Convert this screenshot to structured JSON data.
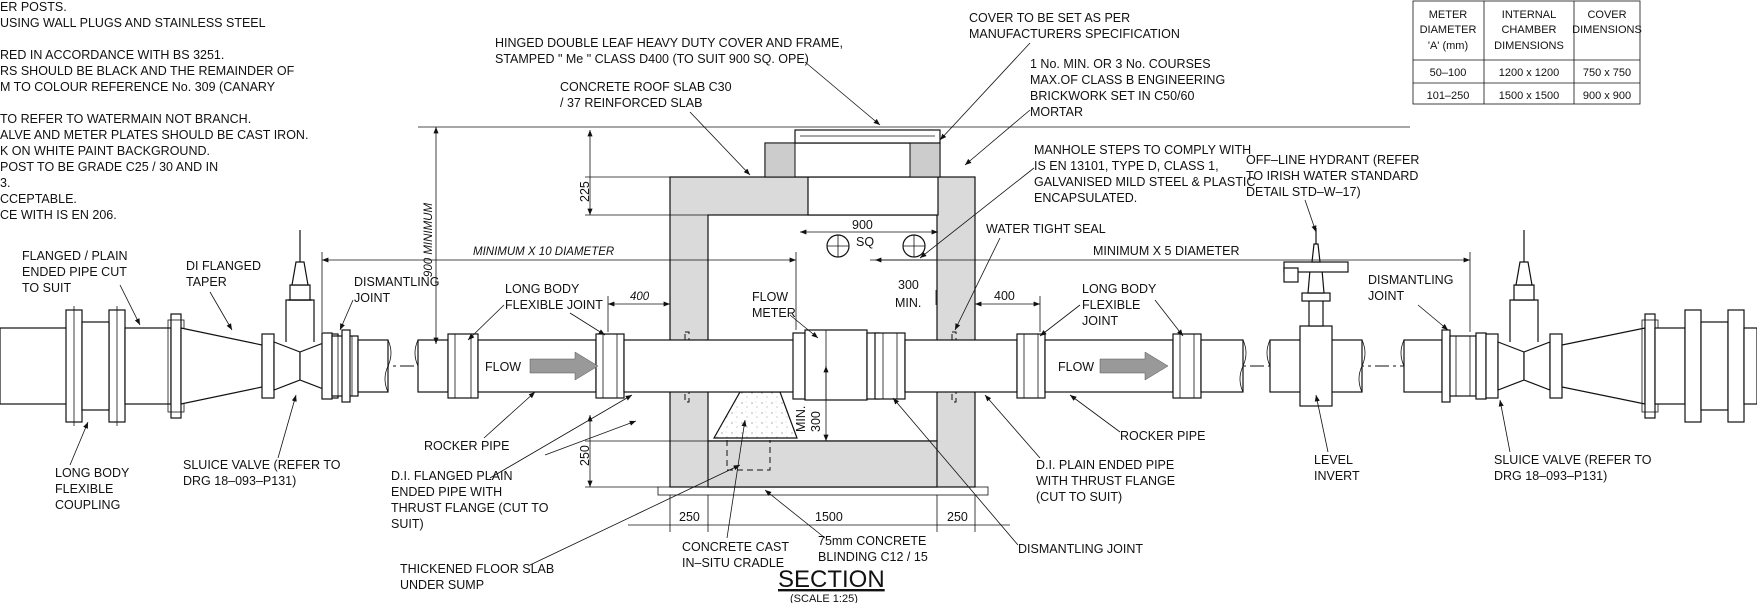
{
  "notes": [
    "ER POSTS.",
    "USING WALL PLUGS AND STAINLESS STEEL",
    "",
    "RED IN ACCORDANCE WITH BS 3251.",
    "RS SHOULD BE BLACK AND THE REMAINDER OF",
    "M TO COLOUR REFERENCE No. 309 (CANARY",
    "",
    "TO REFER TO WATERMAIN NOT BRANCH.",
    "ALVE AND METER PLATES SHOULD BE CAST IRON.",
    "K ON WHITE PAINT BACKGROUND.",
    "POST TO BE GRADE C25 / 30  AND  IN",
    "3.",
    "CCEPTABLE.",
    "CE WITH IS EN 206."
  ],
  "table": {
    "headers": [
      [
        "METER",
        "DIAMETER",
        "'A' (mm)"
      ],
      [
        "INTERNAL",
        "CHAMBER",
        "DIMENSIONS"
      ],
      [
        "COVER",
        "DIMENSIONS"
      ]
    ],
    "rows": [
      [
        "50–100",
        "1200 x 1200",
        "750 x 750"
      ],
      [
        "101–250",
        "1500 x 1500",
        "900 x 900"
      ]
    ]
  },
  "labels": {
    "cover": [
      "HINGED DOUBLE LEAF  HEAVY DUTY COVER AND FRAME,",
      "STAMPED \" Me \" CLASS D400 (TO SUIT 900 SQ. OPE)"
    ],
    "roof_slab": [
      "CONCRETE ROOF SLAB C30",
      "/ 37 REINFORCED SLAB"
    ],
    "cover_set": [
      "COVER TO BE SET AS PER",
      "MANUFACTURERS SPECIFICATION"
    ],
    "brickwork": [
      "1 No. MIN. OR 3 No. COURSES",
      "MAX.OF CLASS B ENGINEERING",
      "BRICKWORK SET IN C50/60",
      "MORTAR"
    ],
    "steps": [
      "MANHOLE STEPS TO COMPLY WITH",
      "IS EN 13101, TYPE D, CLASS 1,",
      "GALVANISED MILD STEEL & PLASTIC",
      "ENCAPSULATED."
    ],
    "hydrant": [
      "OFF–LINE HYDRANT (REFER",
      "TO IRISH WATER STANDARD",
      "DETAIL STD–W–17)"
    ],
    "watertight": "WATER TIGHT SEAL",
    "flanged_plain": [
      "FLANGED / PLAIN",
      "ENDED PIPE CUT",
      "TO SUIT"
    ],
    "di_taper": [
      "DI FLANGED",
      "TAPER"
    ],
    "dismantling_left": [
      "DISMANTLING",
      "JOINT"
    ],
    "long_body_1": [
      "LONG BODY",
      "FLEXIBLE JOINT"
    ],
    "flow_meter": [
      "FLOW",
      "METER"
    ],
    "long_body_2": [
      "LONG BODY",
      "FLEXIBLE",
      "JOINT"
    ],
    "dismantling_right": [
      "DISMANTLING",
      "JOINT"
    ],
    "rocker_left": "ROCKER PIPE",
    "rocker_right": "ROCKER PIPE",
    "coupling": [
      "LONG BODY",
      "FLEXIBLE",
      "COUPLING"
    ],
    "sluice_left": [
      "SLUICE VALVE (REFER TO",
      "DRG 18–093–P131)"
    ],
    "di_flanged_plain": [
      "D.I. FLANGED PLAIN",
      "ENDED PIPE WITH",
      "THRUST FLANGE (CUT TO",
      "SUIT)"
    ],
    "thickened": [
      "THICKENED FLOOR SLAB",
      "UNDER SUMP"
    ],
    "cradle": [
      "CONCRETE CAST",
      "IN–SITU CRADLE"
    ],
    "blinding": [
      "75mm CONCRETE",
      "BLINDING C12 / 15"
    ],
    "dismantling_bottom": "DISMANTLING JOINT",
    "di_plain": [
      "D.I. PLAIN ENDED PIPE",
      "WITH THRUST FLANGE",
      "(CUT TO SUIT)"
    ],
    "level_invert": [
      "LEVEL",
      "INVERT"
    ],
    "sluice_right": [
      "SLUICE VALVE (REFER TO",
      "DRG 18–093–P131)"
    ],
    "flow": "FLOW",
    "min10": "MINIMUM X 10 DIAMETER",
    "min5": "MINIMUM X 5 DIAMETER",
    "min900": "900 MINIMUM"
  },
  "dimensions": {
    "d225": "225",
    "d900": "900",
    "sq": "SQ",
    "d300": "300",
    "min": "MIN.",
    "d400a": "400",
    "d400b": "400",
    "min300": "MIN.",
    "v300": "300",
    "d250v": "250",
    "d250a": "250",
    "d1500": "1500",
    "d250b": "250"
  },
  "title": {
    "main": "SECTION",
    "scale": "(SCALE 1:25)"
  }
}
